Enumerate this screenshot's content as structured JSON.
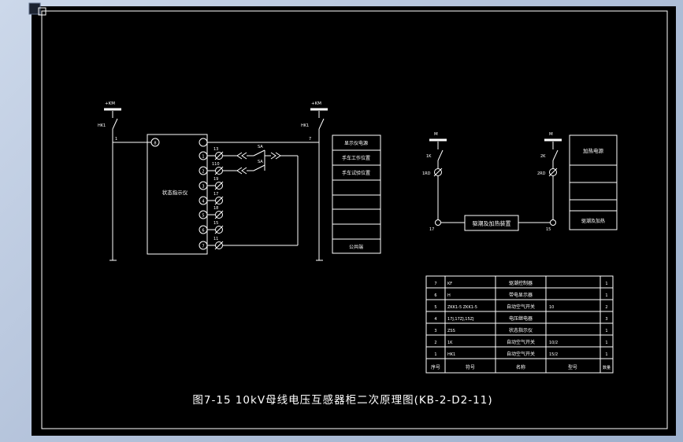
{
  "window": {
    "canvas_color": "#000000",
    "line_color": "#ffffff",
    "frame_light": "#ccd8ea",
    "frame_dark": "#9db0cd"
  },
  "caption": "图7-15 10kV母线电压互感器柜二次原理图(KB-2-D2-11)",
  "left_circuit": {
    "bus_left_label": "+KM",
    "bus_right_label": "+KM",
    "switch_left_label": "HK1",
    "switch_right_label": "HK1",
    "wire_left_no": "1",
    "wire_right_no": "7",
    "device_label": "状态指示仪",
    "left_terminal_no": "8",
    "terminal_nos": [
      "",
      "1",
      "2",
      "3",
      "4",
      "5",
      "6",
      "7"
    ],
    "lamp_wire_nos": [
      "13",
      "110",
      "19",
      "17",
      "18",
      "15",
      "11"
    ],
    "sa_label_1": "SA",
    "sa_label_2": "SA"
  },
  "left_table": {
    "rows": [
      "显示仪电源",
      "手车工作位置",
      "手车试验位置",
      "",
      "",
      "",
      "",
      "公共端"
    ]
  },
  "right_circuit": {
    "bus_left_label": "M",
    "bus_right_label": "M",
    "switch_left_label": "1K",
    "switch_right_label": "2K",
    "fuse_left_label": "1RD",
    "fuse_right_label": "2RD",
    "terminal_left_no": "17",
    "terminal_right_no": "15",
    "heater_box_label": "驱潮及加热装置"
  },
  "right_table": {
    "rows": [
      "加热电源",
      "",
      "",
      "",
      "驱潮及加热"
    ]
  },
  "bom_table": {
    "headers": {
      "no": "序号",
      "symbol": "符号",
      "name": "名称",
      "model": "型号",
      "qty": "数量"
    },
    "rows": [
      {
        "no": "7",
        "symbol": "KF",
        "name": "驱潮控制器",
        "model": "",
        "qty": "1"
      },
      {
        "no": "6",
        "symbol": "H",
        "name": "带电显示器",
        "model": "",
        "qty": "1"
      },
      {
        "no": "5",
        "symbol": "ZKK1-5 ZKK1-5",
        "name": "自动空气开关",
        "model": "10",
        "qty": "2"
      },
      {
        "no": "4",
        "symbol": "17J,17ZJ,15ZJ",
        "name": "电压继电器",
        "model": "",
        "qty": "3"
      },
      {
        "no": "3",
        "symbol": "ZSS",
        "name": "状态指示仪",
        "model": "",
        "qty": "1"
      },
      {
        "no": "2",
        "symbol": "1K",
        "name": "自动空气开关",
        "model": "10/2",
        "qty": "1"
      },
      {
        "no": "1",
        "symbol": "HK1",
        "name": "自动空气开关",
        "model": "15/2",
        "qty": "1"
      }
    ]
  }
}
